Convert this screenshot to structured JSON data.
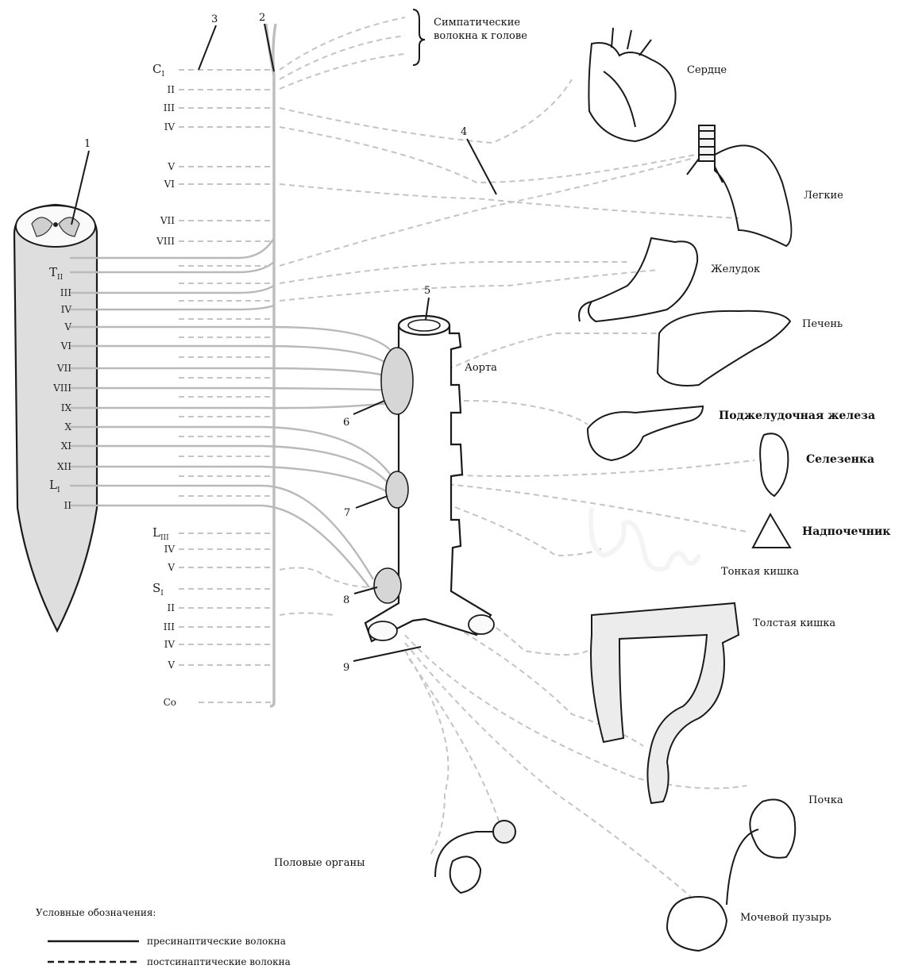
{
  "head_fibers": "Симпатические волокна к голове",
  "segments": {
    "cervical": [
      "C",
      "II",
      "III",
      "IV",
      "V",
      "VI",
      "VII",
      "VIII"
    ],
    "cervical_first_sub": "I",
    "thoracic_upper": [
      "T",
      "III",
      "IV",
      "V"
    ],
    "thoracic_first_sub": "II",
    "thoracic_lower": [
      "VI",
      "VII",
      "VIII",
      "IX",
      "X",
      "XI",
      "XII"
    ],
    "lumbar_upper": [
      "L",
      "II"
    ],
    "lumbar_first_sub": "I",
    "lumbar_lower": [
      "L",
      "IV",
      "V"
    ],
    "lumbar_lower_first_sub": "III",
    "sacral": [
      "S",
      "II",
      "III",
      "IV",
      "V"
    ],
    "sacral_first_sub": "I",
    "coccygeal": "Co"
  },
  "numbers": [
    "1",
    "2",
    "3",
    "4",
    "5",
    "6",
    "7",
    "8",
    "9"
  ],
  "aorta": "Аорта",
  "organs": {
    "heart": "Сердце",
    "lungs": "Легкие",
    "stomach": "Желудок",
    "liver": "Печень",
    "pancreas": "Поджелудочная железа",
    "spleen": "Селезенка",
    "adrenal": "Надпочечник",
    "small_intestine": "Тонкая кишка",
    "large_intestine": "Толстая кишка",
    "kidney": "Почка",
    "bladder": "Мочевой пузырь",
    "genitals": "Половые органы"
  },
  "legend": {
    "title": "Условные обозначения:",
    "pre": "пресинаптические волокна",
    "post": "постсинаптические волокна"
  },
  "colors": {
    "fiber": "#bdbdbd",
    "ink": "#1a1a1a",
    "cord_fill": "#dedede"
  }
}
